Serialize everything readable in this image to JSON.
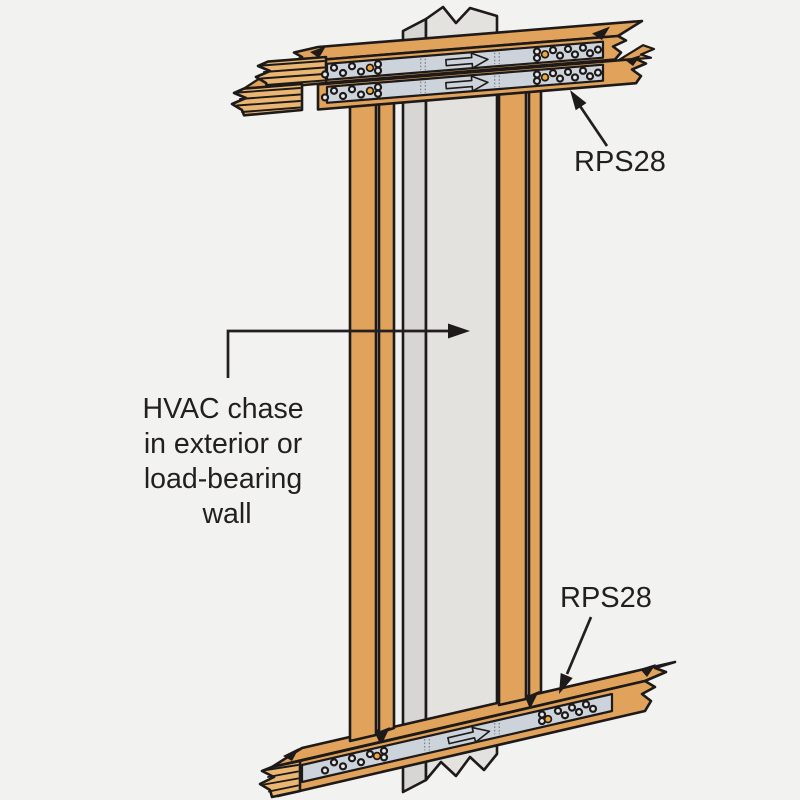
{
  "diagram": {
    "connector_label_top": "RPS28",
    "connector_label_bottom": "RPS28",
    "chase_note": {
      "line1": "HVAC chase",
      "line2": "in exterior or",
      "line3": "load-bearing",
      "line4": "wall"
    }
  },
  "icons": {
    "strap_embossed_arrow": "right-arrow",
    "leader_arrowhead": "solid-triangle"
  },
  "colors": {
    "background": "#f2f2f0",
    "outline": "#1d1a19",
    "text": "#231f20",
    "wood": "#e1a35b",
    "wood_break": "#eab671",
    "duct_front": "#e3e2df",
    "duct_side": "#d7d6d3",
    "strap": "#ccd3da",
    "strap_hole": "#e6eaee",
    "nail_orange": "#f2a63c"
  }
}
